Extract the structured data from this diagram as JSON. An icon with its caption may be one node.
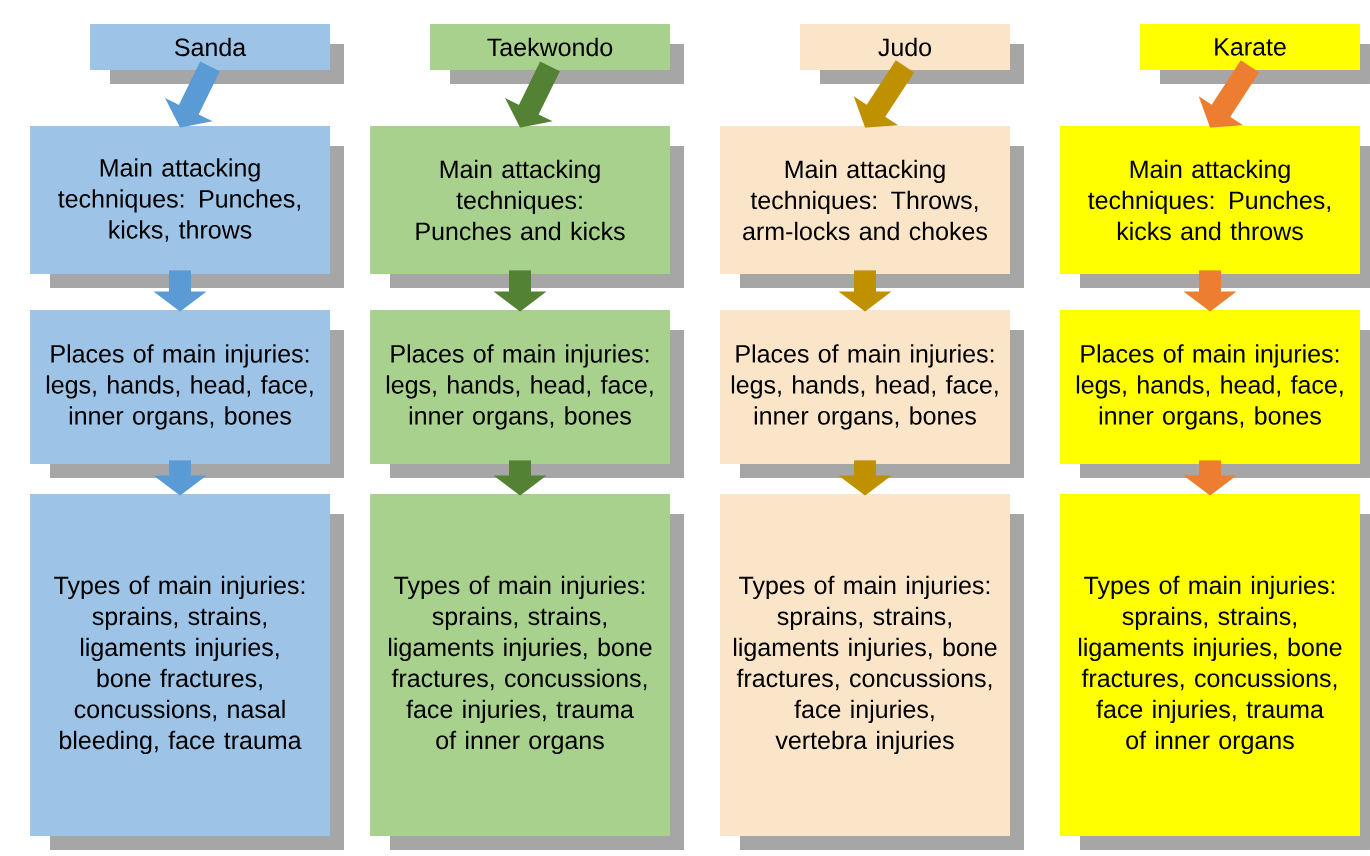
{
  "diagram": {
    "nodes": [
      {
        "text": [
          "Sanda"
        ]
      },
      {
        "text": [
          "Taekwondo"
        ]
      },
      {
        "text": [
          "Judo"
        ]
      },
      {
        "text": [
          "Karate"
        ]
      },
      {
        "text": [
          "Main attacking techniques: Punches, kicks, throws"
        ]
      },
      {
        "text": [
          "Main attacking techniques: Punches and kicks"
        ]
      },
      {
        "text": [
          "Main attacking techniques: Throws, arm-locks and chokes"
        ]
      },
      {
        "text": [
          "Main attacking techniques: Punches, kicks and throws"
        ]
      },
      {
        "text": [
          "Places of main injuries: legs, hands, head, face, inner organs, bones"
        ]
      },
      {
        "text": [
          "Places of main injuries: legs, hands, head, face, inner organs, bones"
        ]
      },
      {
        "text": [
          "Places of main injuries: legs, hands, head, face, inner organs, bones"
        ]
      },
      {
        "text": [
          "Places of main injuries: legs, hands, head, face, inner organs, bones"
        ]
      },
      {
        "text": [
          "Types of main injuries: sprains, strains, ligaments injuries, bone fractures, concussions, nasal bleeding, face trauma"
        ]
      },
      {
        "text": [
          "Types of main injuries: sprains, strains, ligaments injuries, bone fractures, concussions, face injuries, trauma of inner organs"
        ]
      },
      {
        "text": [
          "Types of main injuries: sprains, strains, ligaments injuries, bone fractures, concussions, face injuries, vertebra injuries"
        ]
      },
      {
        "text": [
          "Types of main injuries: sprains, strains, ligaments injuries, bone fractures, concussions, face injuries, trauma of inner organs"
        ]
      }
    ],
    "edges": [
      {
        "from": 0,
        "to": 4,
        "arrow": "to",
        "color": "#5b9bd5"
      },
      {
        "from": 1,
        "to": 5,
        "arrow": "to",
        "color": "#548235"
      },
      {
        "from": 2,
        "to": 6,
        "arrow": "to",
        "color": "#bf9000"
      },
      {
        "from": 3,
        "to": 7,
        "arrow": "to",
        "color": "#ed7d31"
      },
      {
        "from": 4,
        "to": 8,
        "arrow": "to",
        "color": "#5b9bd5"
      },
      {
        "from": 5,
        "to": 9,
        "arrow": "to",
        "color": "#548235"
      },
      {
        "from": 6,
        "to": 10,
        "arrow": "to",
        "color": "#bf9000"
      },
      {
        "from": 7,
        "to": 11,
        "arrow": "to",
        "color": "#ed7d31"
      },
      {
        "from": 8,
        "to": 12,
        "arrow": "to",
        "color": "#5b9bd5"
      },
      {
        "from": 9,
        "to": 13,
        "arrow": "to",
        "color": "#548235"
      },
      {
        "from": 10,
        "to": 14,
        "arrow": "to",
        "color": "#bf9000"
      },
      {
        "from": 11,
        "to": 15,
        "arrow": "to",
        "color": "#ed7d31"
      }
    ]
  }
}
